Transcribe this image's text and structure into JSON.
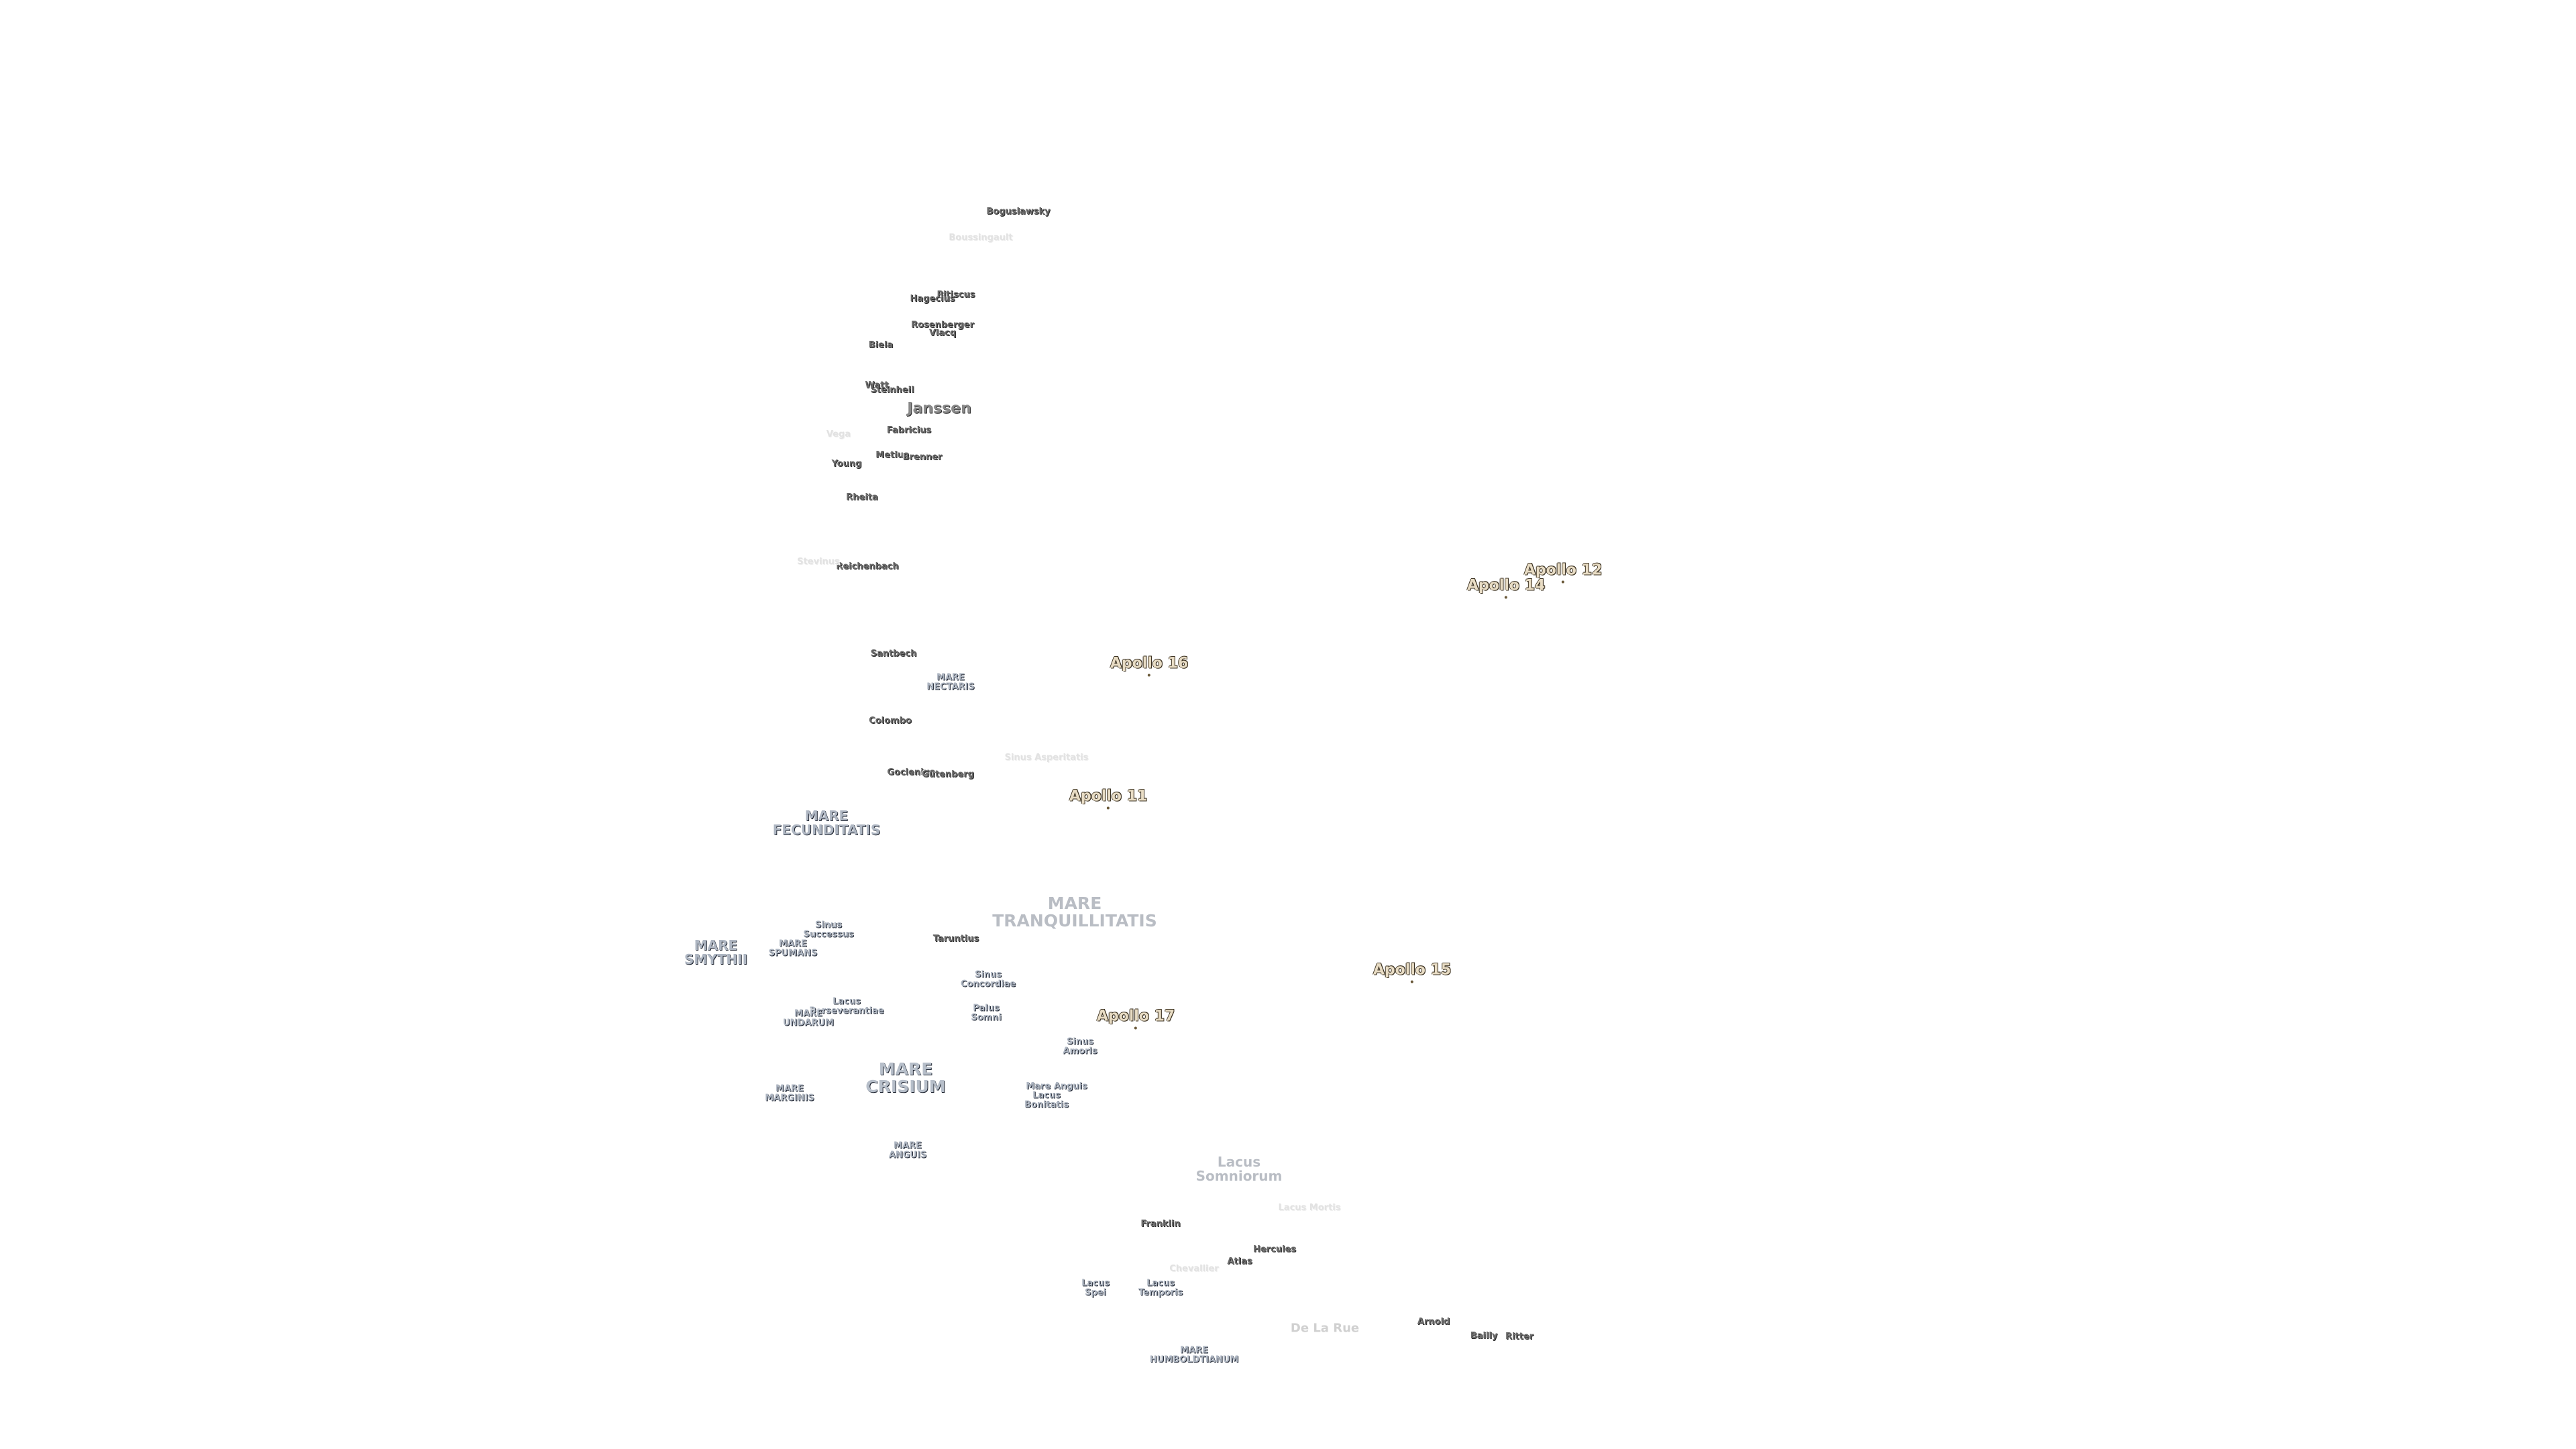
{
  "map": {
    "craters": [
      {
        "name": "Boguslawsky",
        "style": "crater"
      },
      {
        "name": "Boussingault",
        "style": "faint"
      },
      {
        "name": "Pitiscus",
        "style": "crater"
      },
      {
        "name": "Hagecius",
        "style": "crater"
      },
      {
        "name": "Rosenberger",
        "style": "crater"
      },
      {
        "name": "Vlacq",
        "style": "crater"
      },
      {
        "name": "Biela",
        "style": "crater"
      },
      {
        "name": "Steinheil",
        "style": "crater"
      },
      {
        "name": "Watt",
        "style": "crater"
      },
      {
        "name": "Janssen",
        "style": "crater-big"
      },
      {
        "name": "Fabricius",
        "style": "crater"
      },
      {
        "name": "Vega",
        "style": "faint"
      },
      {
        "name": "Metius",
        "style": "crater"
      },
      {
        "name": "Brenner",
        "style": "crater"
      },
      {
        "name": "Young",
        "style": "crater"
      },
      {
        "name": "Rheita",
        "style": "crater"
      },
      {
        "name": "Reichenbach",
        "style": "crater"
      },
      {
        "name": "Stevinus",
        "style": "faint"
      },
      {
        "name": "Santbech",
        "style": "crater"
      },
      {
        "name": "Colombo",
        "style": "crater"
      },
      {
        "name": "Goclenius",
        "style": "crater"
      },
      {
        "name": "Gutenberg",
        "style": "crater"
      },
      {
        "name": "Taruntius",
        "style": "crater"
      },
      {
        "name": "Franklin",
        "style": "crater"
      },
      {
        "name": "Hercules",
        "style": "crater"
      },
      {
        "name": "Chevallier",
        "style": "faint"
      },
      {
        "name": "Atlas",
        "style": "crater"
      },
      {
        "name": "Arnold",
        "style": "crater"
      },
      {
        "name": "De La Rue",
        "style": "faint-big"
      },
      {
        "name": "Bailly",
        "style": "crater"
      },
      {
        "name": "Ritter",
        "style": "crater"
      },
      {
        "name": "Lacus Mortis",
        "style": "faint"
      },
      {
        "name": "Sinus Asperitatis",
        "style": "faint"
      }
    ],
    "maria": [
      {
        "name": "MARE\nNECTARIS",
        "style": "mare-sm"
      },
      {
        "name": "MARE\nFECUNDITATIS",
        "style": "mare-md"
      },
      {
        "name": "MARE\nTRANQUILLITATIS",
        "style": "mare-grey"
      },
      {
        "name": "Sinus\nSuccessus",
        "style": "mare-sm"
      },
      {
        "name": "MARE\nSMYTHII",
        "style": "mare-md"
      },
      {
        "name": "MARE\nSPUMANS",
        "style": "mare-sm"
      },
      {
        "name": "Sinus\nConcordiae",
        "style": "mare-sm"
      },
      {
        "name": "Lacus\nPerseverantiae",
        "style": "mare-sm"
      },
      {
        "name": "MARE\nUNDARUM",
        "style": "mare-sm"
      },
      {
        "name": "Palus\nSomni",
        "style": "mare-sm"
      },
      {
        "name": "Sinus\nAmoris",
        "style": "mare-sm"
      },
      {
        "name": "MARE\nCRISIUM",
        "style": "mare-lg"
      },
      {
        "name": "MARE\nMARGINIS",
        "style": "mare-sm"
      },
      {
        "name": "Lacus\nBonitatis",
        "style": "mare-sm"
      },
      {
        "name": "Mare Anguis",
        "style": "mare-sm"
      },
      {
        "name": "MARE\nANGUIS",
        "style": "mare-sm"
      },
      {
        "name": "Lacus\nSomniorum",
        "style": "lacus-grey"
      },
      {
        "name": "Lacus\nSpei",
        "style": "mare-sm"
      },
      {
        "name": "Lacus\nTemporis",
        "style": "mare-sm"
      },
      {
        "name": "MARE\nHUMBOLDTIANUM",
        "style": "mare-sm"
      }
    ],
    "apollo_sites": [
      {
        "name": "Apollo 12"
      },
      {
        "name": "Apollo 14"
      },
      {
        "name": "Apollo 16"
      },
      {
        "name": "Apollo 11"
      },
      {
        "name": "Apollo 15"
      },
      {
        "name": "Apollo 17"
      }
    ]
  }
}
